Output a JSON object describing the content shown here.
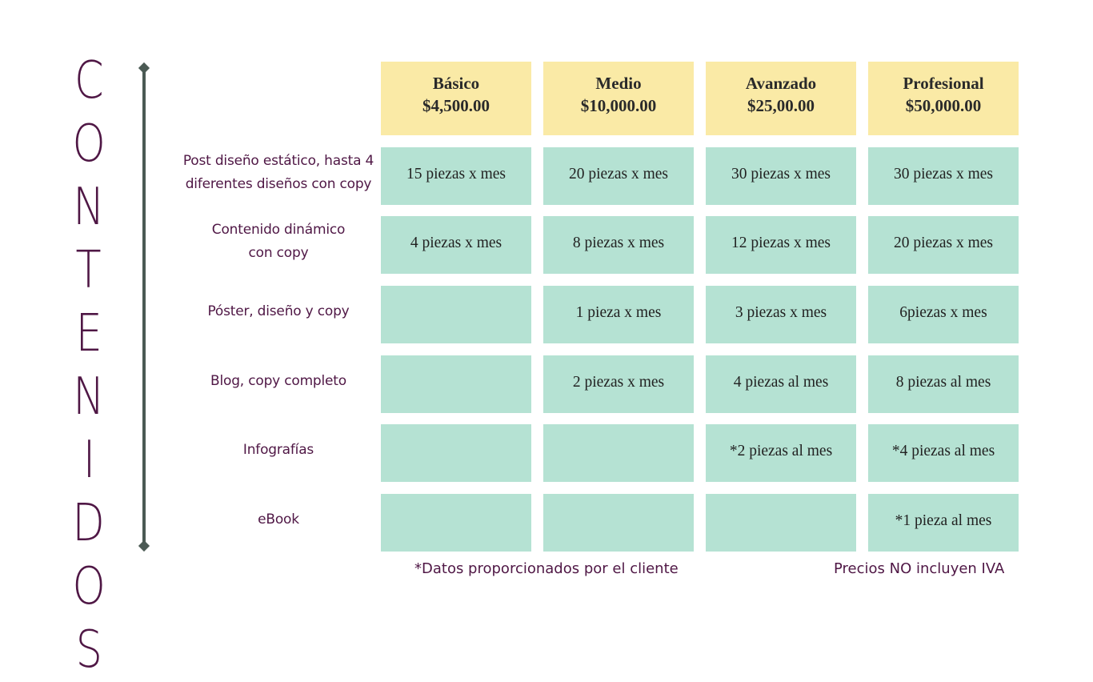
{
  "title_letters": [
    "C",
    "O",
    "N",
    "T",
    "E",
    "N",
    "I",
    "D",
    "O",
    "S"
  ],
  "plans": [
    {
      "name": "Básico",
      "price": "$4,500.00"
    },
    {
      "name": "Medio",
      "price": "$10,000.00"
    },
    {
      "name": "Avanzado",
      "price": "$25,00.00"
    },
    {
      "name": "Profesional",
      "price": "$50,000.00"
    }
  ],
  "rows": [
    {
      "label": "Post diseño estático, hasta 4\ndiferentes diseños con copy",
      "cells": [
        "15 piezas x mes",
        "20 piezas x mes",
        "30 piezas x mes",
        "30 piezas x mes"
      ]
    },
    {
      "label": "Contenido dinámico\ncon copy",
      "cells": [
        "4 piezas x mes",
        "8 piezas x mes",
        "12 piezas x mes",
        "20 piezas x mes"
      ]
    },
    {
      "label": "Póster, diseño y copy",
      "cells": [
        "",
        "1 pieza x mes",
        "3 piezas x mes",
        "6piezas x mes"
      ]
    },
    {
      "label": "Blog, copy completo",
      "cells": [
        "",
        "2 piezas x mes",
        "4 piezas al mes",
        "8 piezas al mes"
      ]
    },
    {
      "label": "Infografías",
      "cells": [
        "",
        "",
        "*2 piezas al mes",
        "*4 piezas al mes"
      ]
    },
    {
      "label": "eBook",
      "cells": [
        "",
        "",
        "",
        "*1 pieza al mes"
      ]
    }
  ],
  "footnotes": {
    "client_data": "*Datos proporcionados por el cliente",
    "vat": "Precios NO incluyen IVA"
  },
  "colors": {
    "accent": "#4f1745",
    "header_fill": "#faeaa6",
    "cell_fill": "#b5e2d3",
    "timeline": "#4b5a54"
  }
}
